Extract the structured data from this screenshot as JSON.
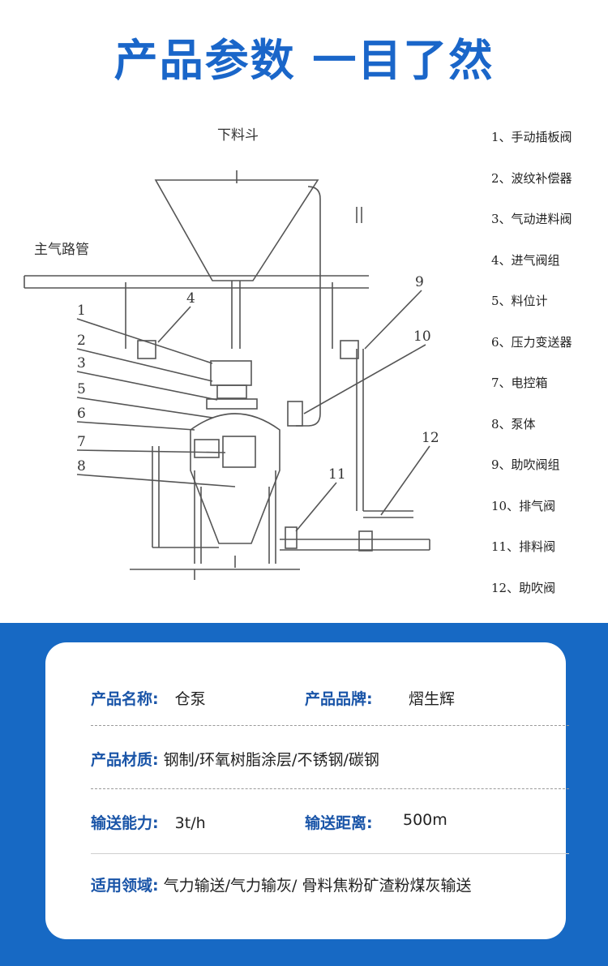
{
  "header": {
    "title": "产品参数 一目了然"
  },
  "diagram": {
    "hopper_label": "下料斗",
    "main_pipe_label": "主气路管",
    "callouts": [
      "1",
      "2",
      "3",
      "4",
      "5",
      "6",
      "7",
      "8",
      "9",
      "10",
      "11",
      "12"
    ]
  },
  "legend": {
    "items": [
      "1、手动插板阀",
      "2、波纹补偿器",
      "3、气动进料阀",
      "4、进气阀组",
      "5、料位计",
      "6、压力变送器",
      "7、电控箱",
      "8、泵体",
      "9、助吹阀组",
      "10、排气阀",
      "11、排料阀",
      "12、助吹阀"
    ]
  },
  "specs": {
    "name_label": "产品名称:",
    "name_value": "仓泵",
    "brand_label": "产品品牌:",
    "brand_value": "熠生辉",
    "material_label": "产品材质:",
    "material_value": "钢制/环氧树脂涂层/不锈钢/碳钢",
    "capacity_label": "输送能力:",
    "capacity_value": "3t/h",
    "distance_label": "输送距离:",
    "distance_value": "500m",
    "field_label": "适用领域:",
    "field_value": "气力输送/气力输灰/ 骨料焦粉矿渣粉煤灰输送"
  },
  "colors": {
    "accent": "#1769c4",
    "title": "#1a66c9",
    "label": "#1a55a8"
  }
}
